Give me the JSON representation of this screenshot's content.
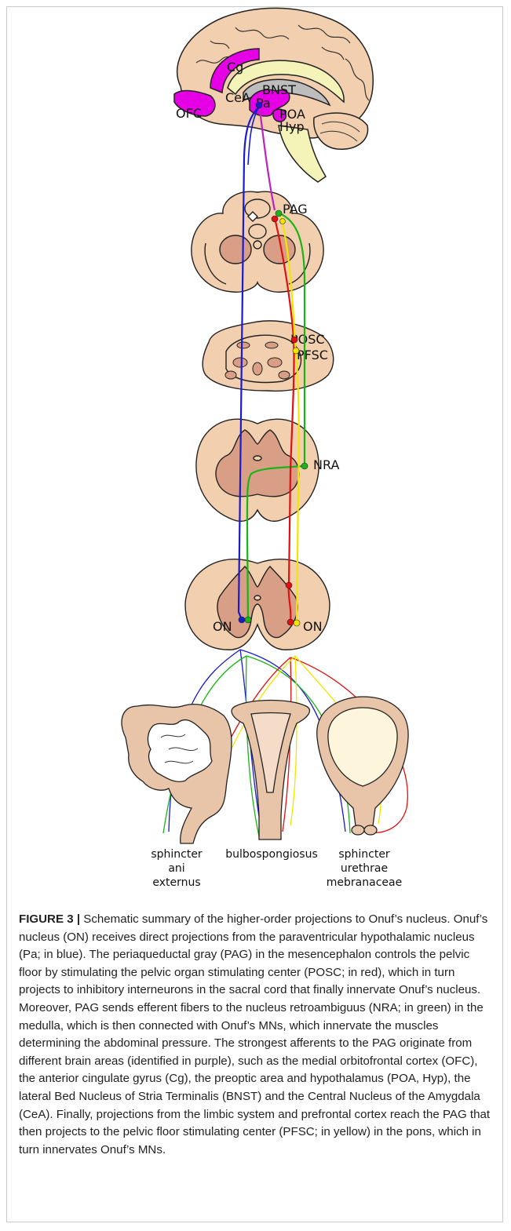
{
  "labels": {
    "cg": "Cg",
    "bnst": "BNST",
    "cea": "CeA",
    "pa": "Pa",
    "ofc": "OFC",
    "poa": "POA",
    "hyp": "Hyp",
    "pag": "PAG",
    "posc": "POSC",
    "pfsc": "PFSC",
    "nra": "NRA",
    "on_left": "ON",
    "on_right": "ON"
  },
  "organs": {
    "anus": [
      "sphincter",
      "ani",
      "externus"
    ],
    "bulbo": [
      "bulbospongiosus"
    ],
    "urethra": [
      "sphincter",
      "urethrae",
      "mebranaceae"
    ]
  },
  "colors": {
    "pa_pathway": "#1a1ad0",
    "posc_pathway": "#e01010",
    "nra_pathway": "#18b418",
    "pfsc_pathway": "#f2e600",
    "pag_afferent": "#c020c0",
    "brain_highlight": "#e600e6",
    "tissue": "#f2cfae",
    "gray_matter": "#d99f86"
  },
  "caption": {
    "label": "FIGURE 3",
    "separator": " | ",
    "text": "Schematic summary of the higher-order projections to Onuf’s nucleus. Onuf’s nucleus (ON) receives direct projections from the paraventricular hypothalamic nucleus (Pa; in blue). The periaqueductal gray (PAG) in the mesencephalon controls the pelvic floor by stimulating the pelvic organ stimulating center (POSC; in red), which in turn projects to inhibitory interneurons in the sacral cord that finally innervate Onuf’s nucleus. Moreover, PAG sends efferent fibers to the nucleus retroambiguus (NRA; in green) in the medulla, which is then connected with Onuf’s MNs, which innervate the muscles determining the abdominal pressure. The strongest afferents to the PAG originate from different brain areas (identified in purple), such as the medial orbitofrontal cortex (OFC), the anterior cingulate gyrus (Cg), the preoptic area and hypothalamus (POA, Hyp), the lateral Bed Nucleus of Stria Terminalis (BNST) and the Central Nucleus of the Amygdala (CeA). Finally, projections from the limbic system and prefrontal cortex reach the PAG that then projects to the pelvic floor stimulating center (PFSC; in yellow) in the pons, which in turn innervates Onuf’s MNs."
  }
}
